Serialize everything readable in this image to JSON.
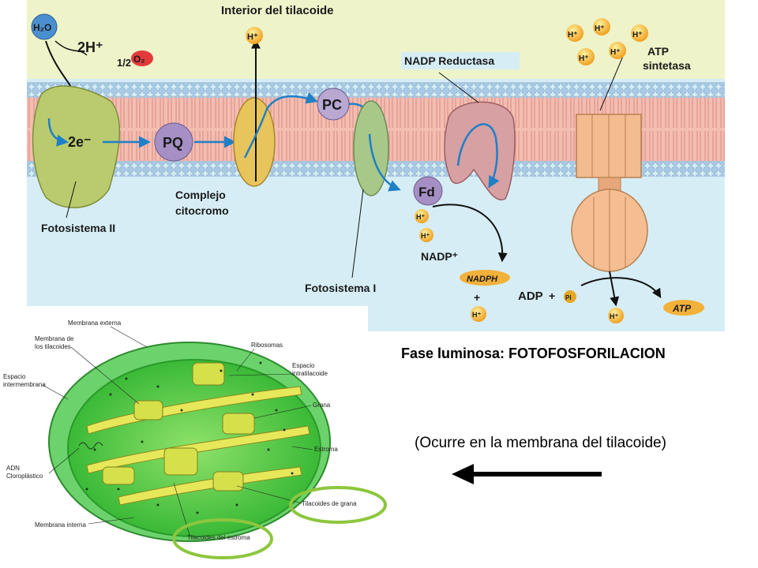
{
  "membrane_diagram": {
    "header": "Interior del tilacoide",
    "h2o": "H₂O",
    "two_h": "2H⁺",
    "half": "1/2",
    "o2": "O₂",
    "h_plus": "H⁺",
    "two_e": "2e⁻",
    "pq": "PQ",
    "pc": "PC",
    "fd": "Fd",
    "complejo_1": "Complejo",
    "complejo_2": "citocromo",
    "fotosistema_2": "Fotosistema II",
    "fotosistema_1": "Fotosistema I",
    "nadp_reductasa": "NADP Reductasa",
    "atp_1": "ATP",
    "atp_2": "sintetasa",
    "nadp_plus": "NADP⁺",
    "nadph": "NADPH",
    "plus": "+",
    "adp": "ADP",
    "pi": "Pi",
    "atp": "ATP"
  },
  "chloroplast_diagram": {
    "membrana_externa": "Membrana externa",
    "membrana_tilacoides_1": "Membrana de",
    "membrana_tilacoides_2": "los tilacoides",
    "espacio_intermembrana_1": "Espacio",
    "espacio_intermembrana_2": "intermembrana",
    "ribosomas": "Ribosomas",
    "espacio_intratilacoide_1": "Espacio",
    "espacio_intratilacoide_2": "intratilacoide",
    "grana": "Grana",
    "estroma": "Estroma",
    "adn_1": "ADN",
    "adn_2": "Cloroplástico",
    "tilacoides_grana": "Tilacoides de grana",
    "membrana_interna": "Membrana interna",
    "tilacoides_estroma": "Tilacoides del estroma"
  },
  "caption": {
    "title": "Fase luminosa: FOTOFOSFORILACION",
    "subtitle": "(Ocurre en la membrana del tilacoide)"
  },
  "colors": {
    "top_bg": "#d5ecf4",
    "membrane_band": "#f3b8ad",
    "lipid_head": "#a7c7e2",
    "fotosistema": "#b5c96a",
    "citocromo": "#e7c35a",
    "atp_synthase": "#f2b98c",
    "highlight_ring": "#8dc63f",
    "chloroplast": "#3fbf3f"
  }
}
